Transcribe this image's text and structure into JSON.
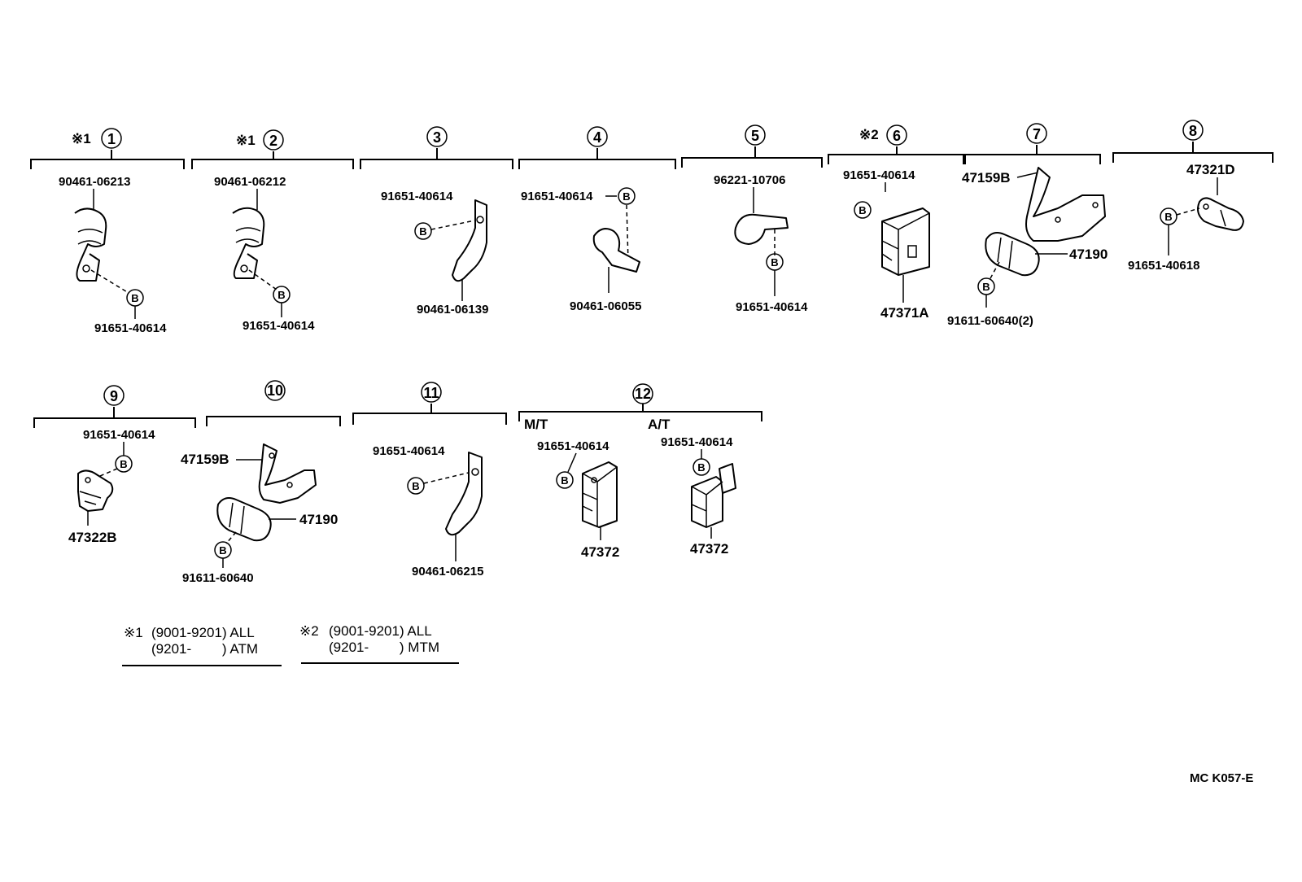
{
  "groups": [
    {
      "num": "1",
      "prefix": "※1",
      "parts": [
        "90461-06213",
        "91651-40614"
      ]
    },
    {
      "num": "2",
      "prefix": "※1",
      "parts": [
        "90461-06212",
        "91651-40614"
      ]
    },
    {
      "num": "3",
      "prefix": "",
      "parts": [
        "91651-40614",
        "90461-06139"
      ]
    },
    {
      "num": "4",
      "prefix": "",
      "parts": [
        "91651-40614",
        "90461-06055"
      ]
    },
    {
      "num": "5",
      "prefix": "",
      "parts": [
        "96221-10706",
        "91651-40614"
      ]
    },
    {
      "num": "6",
      "prefix": "※2",
      "parts": [
        "91651-40614",
        "47371A"
      ]
    },
    {
      "num": "7",
      "prefix": "",
      "parts": [
        "47159B",
        "47190",
        "91611-60640(2)"
      ]
    },
    {
      "num": "8",
      "prefix": "",
      "parts": [
        "47321D",
        "91651-40618"
      ]
    },
    {
      "num": "9",
      "prefix": "",
      "parts": [
        "91651-40614",
        "47322B"
      ]
    },
    {
      "num": "10",
      "prefix": "",
      "parts": [
        "47159B",
        "47190",
        "91611-60640"
      ]
    },
    {
      "num": "11",
      "prefix": "",
      "parts": [
        "91651-40614",
        "90461-06215"
      ]
    },
    {
      "num": "12",
      "prefix": "",
      "sub": [
        "M/T",
        "A/T"
      ],
      "parts": [
        "91651-40614",
        "47372",
        "91651-40614",
        "47372"
      ]
    }
  ],
  "bolt_mark": "B",
  "notes": [
    {
      "mark": "※1",
      "line1": "(9001-9201) ALL",
      "line2": "(9201-        ) ATM"
    },
    {
      "mark": "※2",
      "line1": "(9001-9201) ALL",
      "line2": "(9201-        ) MTM"
    }
  ],
  "diagram_code": "MC K057-E"
}
